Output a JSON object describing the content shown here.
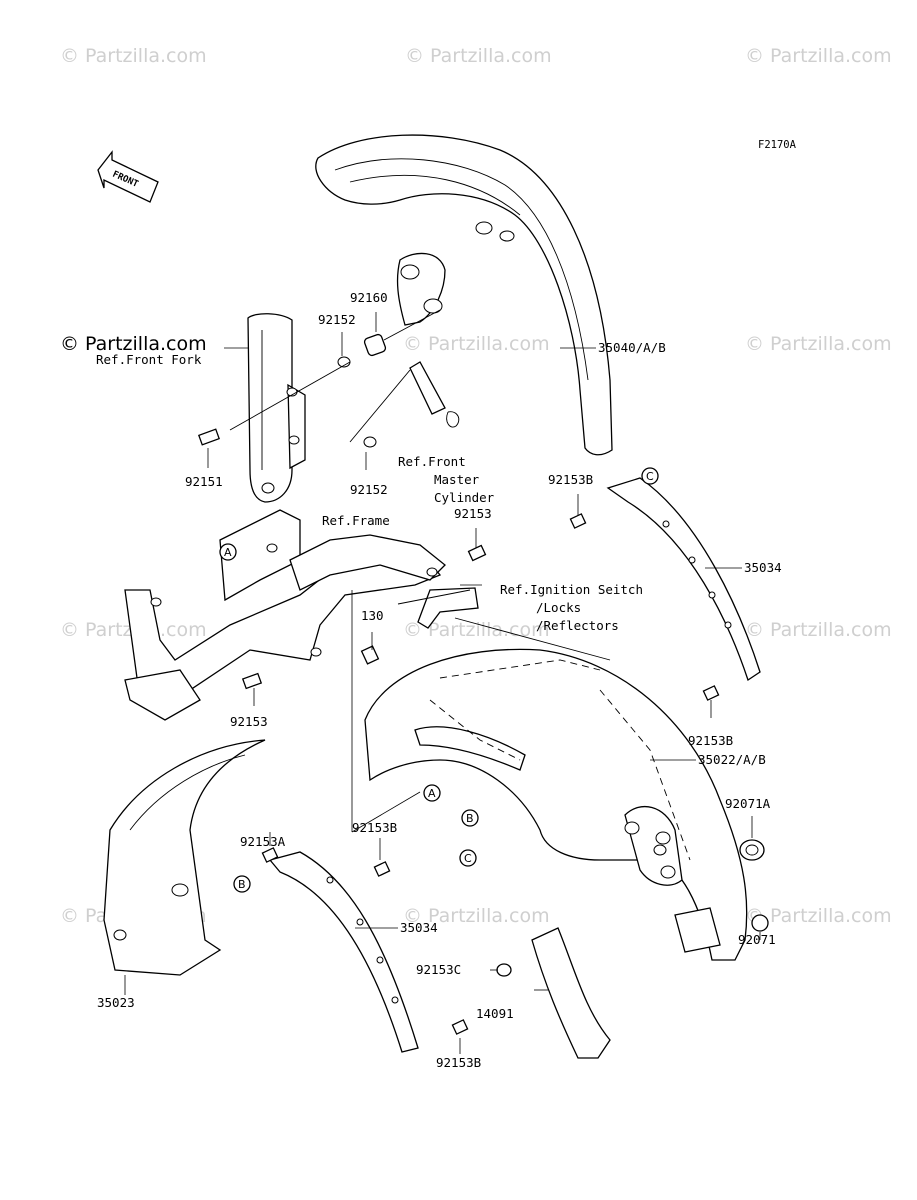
{
  "diagram_id": "F2170A",
  "direction_label": "FRONT",
  "watermark_text": "© Partzilla.com",
  "parts": [
    {
      "id": "p-35040",
      "label": "35040/A/B"
    },
    {
      "id": "p-92160",
      "label": "92160"
    },
    {
      "id": "p-92152-a",
      "label": "92152"
    },
    {
      "id": "p-92152-b",
      "label": "92152"
    },
    {
      "id": "p-92151",
      "label": "92151"
    },
    {
      "id": "p-92153-a",
      "label": "92153"
    },
    {
      "id": "p-92153-b",
      "label": "92153"
    },
    {
      "id": "p-130",
      "label": "130"
    },
    {
      "id": "p-92153B-a",
      "label": "92153B"
    },
    {
      "id": "p-92153B-b",
      "label": "92153B"
    },
    {
      "id": "p-92153B-c",
      "label": "92153B"
    },
    {
      "id": "p-92153B-d",
      "label": "92153B"
    },
    {
      "id": "p-35034-a",
      "label": "35034"
    },
    {
      "id": "p-35034-b",
      "label": "35034"
    },
    {
      "id": "p-35022",
      "label": "35022/A/B"
    },
    {
      "id": "p-92071A",
      "label": "92071A"
    },
    {
      "id": "p-92071",
      "label": "92071"
    },
    {
      "id": "p-92153A",
      "label": "92153A"
    },
    {
      "id": "p-35023",
      "label": "35023"
    },
    {
      "id": "p-92153C",
      "label": "92153C"
    },
    {
      "id": "p-14091",
      "label": "14091"
    }
  ],
  "references": {
    "front_fork": "Ref.Front Fork",
    "front_master_cylinder": [
      "Ref.Front",
      "Master",
      "Cylinder"
    ],
    "frame": "Ref.Frame",
    "ignition": [
      "Ref.Ignition Seitch",
      "/Locks",
      "/Reflectors"
    ]
  },
  "callouts": {
    "A": "A",
    "B": "B",
    "C": "C"
  }
}
